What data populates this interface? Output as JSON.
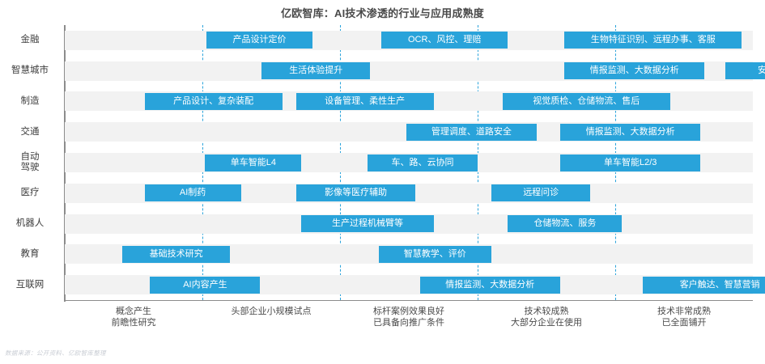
{
  "header": {
    "title": "亿欧智库：AI技术渗透的行业与应用成熟度"
  },
  "footer": {
    "source_note": "数据来源：公开资料、亿欧智库整理"
  },
  "colors": {
    "bar": "#29a3da",
    "band": "#f2f2f2",
    "gridline": "#2aa3db",
    "axis": "#8c8c8c",
    "title_text": "#4a4a4a"
  },
  "chart_data": {
    "type": "bar",
    "title": "亿欧智库：AI技术渗透的行业与应用成熟度",
    "xlabel": "",
    "ylabel": "",
    "grid": true,
    "legend": "none",
    "orientation": "horizontal",
    "xlim": [
      0,
      5
    ],
    "x_stage_labels": [
      {
        "line1": "概念产生",
        "line2": "前瞻性研究"
      },
      {
        "line1": "头部企业小规模试点",
        "line2": ""
      },
      {
        "line1": "标杆案例效果良好",
        "line2": "已具备向推广条件"
      },
      {
        "line1": "技术较成熟",
        "line2": "大部分企业在使用"
      },
      {
        "line1": "技术非常成熟",
        "line2": "已全面铺开"
      }
    ],
    "gridline_positions": [
      1,
      2,
      3,
      4,
      5
    ],
    "categories": [
      "金融",
      "智慧城市",
      "制造",
      "交通",
      "自动\n驾驶",
      "医疗",
      "机器人",
      "教育",
      "互联网"
    ],
    "rows": [
      {
        "category": "金融",
        "label_lines": [
          "金融"
        ],
        "bars": [
          {
            "text": "产品设计定价",
            "start": 1.03,
            "end": 1.8
          },
          {
            "text": "OCR、风控、理赔",
            "start": 2.3,
            "end": 3.22
          },
          {
            "text": "生物特征识别、远程办事、客服",
            "start": 3.63,
            "end": 4.92
          }
        ]
      },
      {
        "category": "智慧城市",
        "label_lines": [
          "智慧城市"
        ],
        "bars": [
          {
            "text": "生活体验提升",
            "start": 1.43,
            "end": 2.22
          },
          {
            "text": "情报监测、大数据分析",
            "start": 3.63,
            "end": 4.65
          },
          {
            "text": "安防",
            "start": 4.8,
            "end": 5.4
          }
        ]
      },
      {
        "category": "制造",
        "label_lines": [
          "制造"
        ],
        "bars": [
          {
            "text": "产品设计、复杂装配",
            "start": 0.58,
            "end": 1.58
          },
          {
            "text": "设备管理、柔性生产",
            "start": 1.68,
            "end": 2.68
          },
          {
            "text": "视觉质检、仓储物流、售后",
            "start": 3.18,
            "end": 4.4
          }
        ]
      },
      {
        "category": "交通",
        "label_lines": [
          "交通"
        ],
        "bars": [
          {
            "text": "管理调度、道路安全",
            "start": 2.48,
            "end": 3.43
          },
          {
            "text": "情报监测、大数据分析",
            "start": 3.6,
            "end": 4.62
          }
        ]
      },
      {
        "category": "自动驾驶",
        "label_lines": [
          "自动",
          "驾驶"
        ],
        "bars": [
          {
            "text": "单车智能L4",
            "start": 1.02,
            "end": 1.72
          },
          {
            "text": "车、路、云协同",
            "start": 2.2,
            "end": 3.0
          },
          {
            "text": "单车智能L2/3",
            "start": 3.6,
            "end": 4.62
          }
        ]
      },
      {
        "category": "医疗",
        "label_lines": [
          "医疗"
        ],
        "bars": [
          {
            "text": "AI制药",
            "start": 0.58,
            "end": 1.28
          },
          {
            "text": "影像等医疗辅助",
            "start": 1.68,
            "end": 2.55
          },
          {
            "text": "远程问诊",
            "start": 3.1,
            "end": 3.82
          }
        ]
      },
      {
        "category": "机器人",
        "label_lines": [
          "机器人"
        ],
        "bars": [
          {
            "text": "生产过程机械臂等",
            "start": 1.72,
            "end": 2.68
          },
          {
            "text": "仓储物流、服务",
            "start": 3.22,
            "end": 4.05
          }
        ]
      },
      {
        "category": "教育",
        "label_lines": [
          "教育"
        ],
        "bars": [
          {
            "text": "基础技术研究",
            "start": 0.42,
            "end": 1.2
          },
          {
            "text": "智慧教学、评价",
            "start": 2.28,
            "end": 3.1
          }
        ]
      },
      {
        "category": "互联网",
        "label_lines": [
          "互联网"
        ],
        "bars": [
          {
            "text": "AI内容产生",
            "start": 0.62,
            "end": 1.42
          },
          {
            "text": "情报监测、大数据分析",
            "start": 2.58,
            "end": 3.6
          },
          {
            "text": "客户触达、智慧营销",
            "start": 4.2,
            "end": 5.32
          }
        ]
      }
    ]
  }
}
